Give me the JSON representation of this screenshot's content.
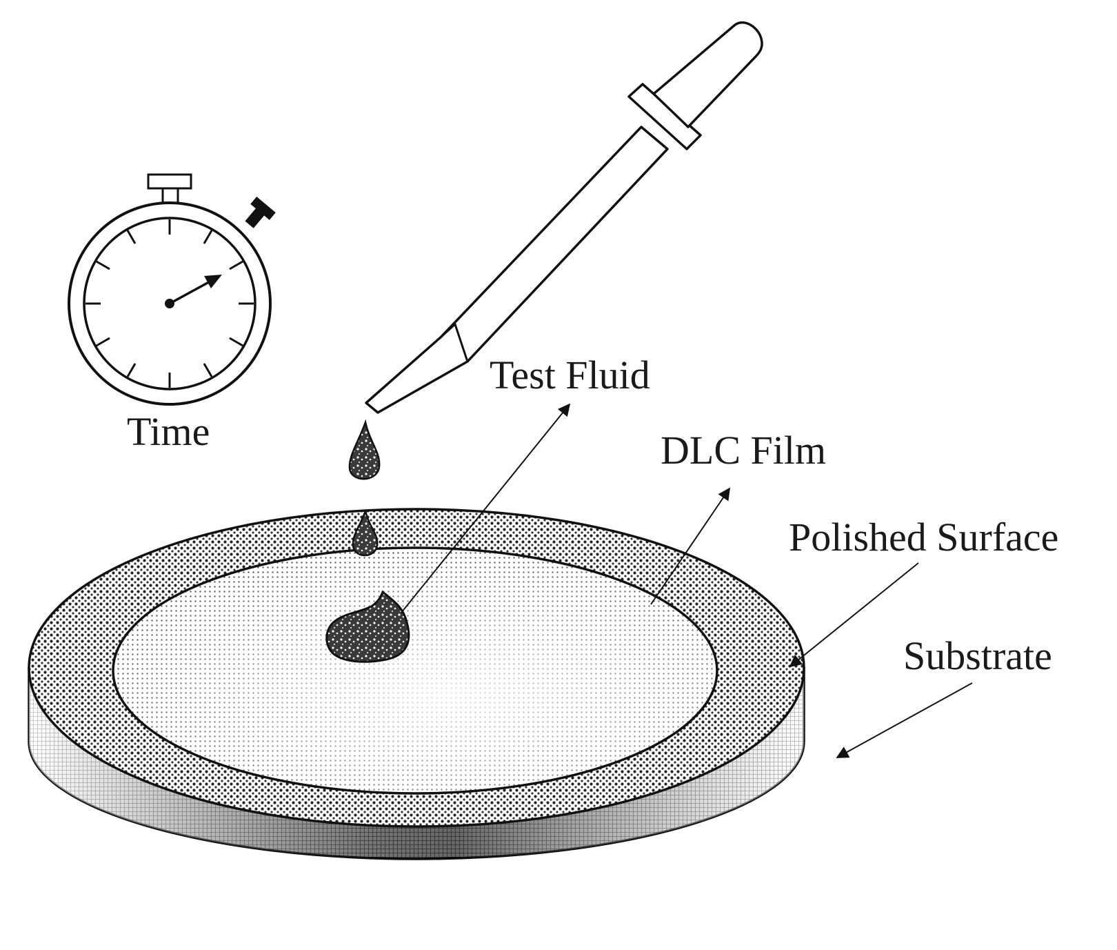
{
  "labels": {
    "time": "Time",
    "test_fluid": "Test Fluid",
    "dlc_film": "DLC Film",
    "polished_surface": "Polished Surface",
    "substrate": "Substrate"
  },
  "icons": {
    "stopwatch": "stopwatch-icon",
    "dropper": "pipette-icon",
    "drop": "droplet-icon",
    "disc": "substrate-disc"
  },
  "colors": {
    "ink": "#111111",
    "background": "#ffffff"
  }
}
